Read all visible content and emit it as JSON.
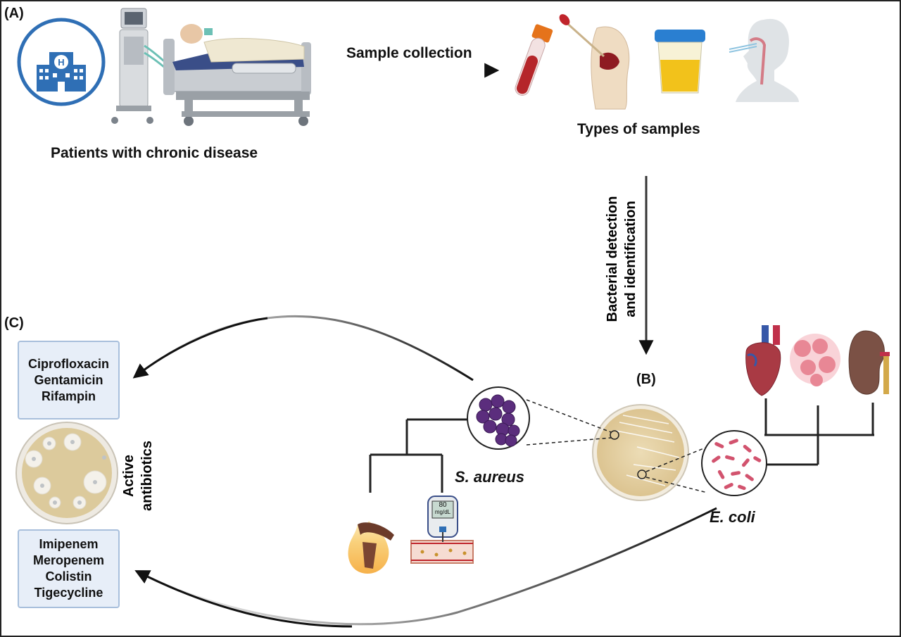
{
  "panels": {
    "a": "(A)",
    "b": "(B)",
    "c": "(C)"
  },
  "labels": {
    "patients": "Patients with chronic disease",
    "sample_collection": "Sample collection",
    "types_of_samples": "Types of samples",
    "bacterial_detection": [
      "Bacterial detection",
      "and identification"
    ],
    "active_antibiotics": [
      "Active",
      "antibiotics"
    ],
    "s_aureus": "S. aureus",
    "e_coli": "E. coli"
  },
  "antibiotics": {
    "group_1": [
      "Ciprofloxacin",
      "Gentamicin",
      "Rifampin"
    ],
    "group_2": [
      "Imipenem",
      "Meropenem",
      "Colistin",
      "Tigecycline"
    ]
  },
  "glucometer": {
    "value": "80",
    "unit": "mg/dL"
  },
  "colors": {
    "hospital": "#2f6fb5",
    "blood": "#b5262a",
    "urine": "#f2c21b",
    "cap": "#2a7fd1",
    "staph": "#5b2d7d",
    "ecoli": "#d2536e",
    "agar": "#e8d5a8",
    "box_fill": "#e7eef8",
    "box_border": "#a8bfdc"
  },
  "icons": [
    "hospital-icon",
    "patient-bed-icon",
    "blood-tube-icon",
    "swab-wound-icon",
    "urine-cup-icon",
    "nasal-swab-icon",
    "heart-icon",
    "lung-tissue-icon",
    "kidney-icon",
    "petri-dish-icon",
    "staph-cluster-icon",
    "ecoli-icon",
    "burn-icon",
    "glucometer-icon",
    "antibiotic-plate-icon"
  ]
}
